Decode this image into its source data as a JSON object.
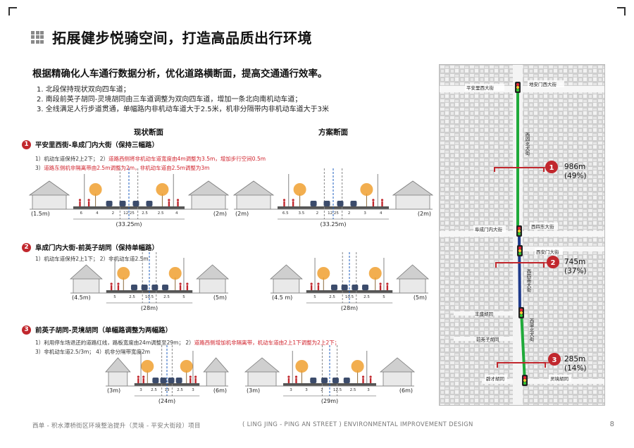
{
  "title": "拓展健步悦骑空间，打造高品质出行环境",
  "subtitle": "根据精确化人车通行数据分析，优化道路横断面，提高交通通行效率。",
  "points": [
    "1. 北段保持现状双向四车道；",
    "2. 南段前英子胡同-灵境胡同由三车道调整为双向四车道，增加一条北向南机动车道；",
    "3. 全线满足人行步道贯通，单幅路内非机动车道大于2.5米，机非分隔带内非机动车道大于3米"
  ],
  "column_headers": {
    "current": "现状断面",
    "plan": "方案断面"
  },
  "sections": [
    {
      "number": "1",
      "title": "平安里西街-阜成门内大街（保持三幅路）",
      "notes": [
        {
          "black": "1）机动车道保持2上2下； 2）",
          "red": "道路西侧将非机动车道宽度由4m调整为3.5m，增加步行空间0.5m"
        },
        {
          "black": "3）",
          "red": "道路东侧机非隔离带由2.5m调整为2m，非机动车道由2.5m调整为3m"
        }
      ],
      "current": {
        "left_setback": "(1.5m)",
        "right_setback": "(2m)",
        "total": "(33.25m)",
        "dims": [
          "6",
          "4",
          "2",
          "12.25",
          "2.5",
          "2.5",
          "4"
        ]
      },
      "plan": {
        "left_setback": "(2m)",
        "right_setback": "(2m)",
        "total": "(33.25m)",
        "dims": [
          "6.5",
          "3.5",
          "2",
          "12.25",
          "2",
          "3",
          "4"
        ]
      }
    },
    {
      "number": "2",
      "title": "阜成门内大街-前英子胡同（保持单幅路）",
      "notes": [
        {
          "black": "1）机动车道保持2上1下； 2）非机动车道2.5m",
          "red": ""
        }
      ],
      "current": {
        "left_setback": "(4.5m)",
        "right_setback": "(5m)",
        "total": "(28m)",
        "dims": [
          "5",
          "2.5",
          "10.5",
          "2.5",
          "5"
        ]
      },
      "plan": {
        "left_setback": "(4.5\nm)",
        "right_setback": "(5m)",
        "total": "(28m)",
        "dims": [
          "5",
          "2.5",
          "10.5",
          "2.5",
          "5"
        ]
      }
    },
    {
      "number": "3",
      "title": "前英子胡同-灵境胡同（单幅路调整为两幅路）",
      "notes": [
        {
          "black": "1）利用停车场退还的道路红线，路板宽度由24m调整至29m； 2）",
          "red": "道路西侧增加机非隔离带，机动车道由2上1下调整为2上2下；"
        },
        {
          "black": "3）非机动车道2.5/3m； 4）机非分隔带宽度2m",
          "red": ""
        }
      ],
      "current": {
        "left_setback": "(3m)",
        "right_setback": "(6m)",
        "total": "(24m)",
        "dims": [
          "3",
          "2.5",
          "13",
          "2.5",
          "3"
        ]
      },
      "plan": {
        "left_setback": "(3m)",
        "right_setback": "(6m)",
        "total": "(29m)",
        "dims": [
          "3",
          "3",
          "2",
          "12.5",
          "2.5",
          "3"
        ]
      }
    }
  ],
  "map": {
    "streets": [
      "平安里西大街",
      "地安门西大街",
      "西四北大街",
      "阜成门内大街",
      "西四东大街",
      "西安门大街",
      "西四南大街",
      "丰盛胡同",
      "前英子胡同",
      "西单北大街",
      "灵境胡同",
      "辟才胡同"
    ],
    "segments": [
      {
        "number": "1",
        "length": "986m",
        "share": "(49%)",
        "color": "#1faa3a"
      },
      {
        "number": "2",
        "length": "745m",
        "share": "(37%)",
        "color": "#1f3a8a"
      },
      {
        "number": "3",
        "length": "285m",
        "share": "(14%)",
        "color": "#1faa3a"
      }
    ]
  },
  "footer": {
    "left": "西单 - 积水潭桥街区环境整治提升（灵境 - 平安大街段）项目",
    "right": "( LING JING - PING AN STREET ) ENVIRONMENTAL IMPROVEMENT DESIGN",
    "page": "8"
  },
  "colors": {
    "accent_red": "#c1272d",
    "note_red": "#d0202a",
    "route_green": "#1faa3a",
    "route_blue": "#1f3a8a"
  }
}
